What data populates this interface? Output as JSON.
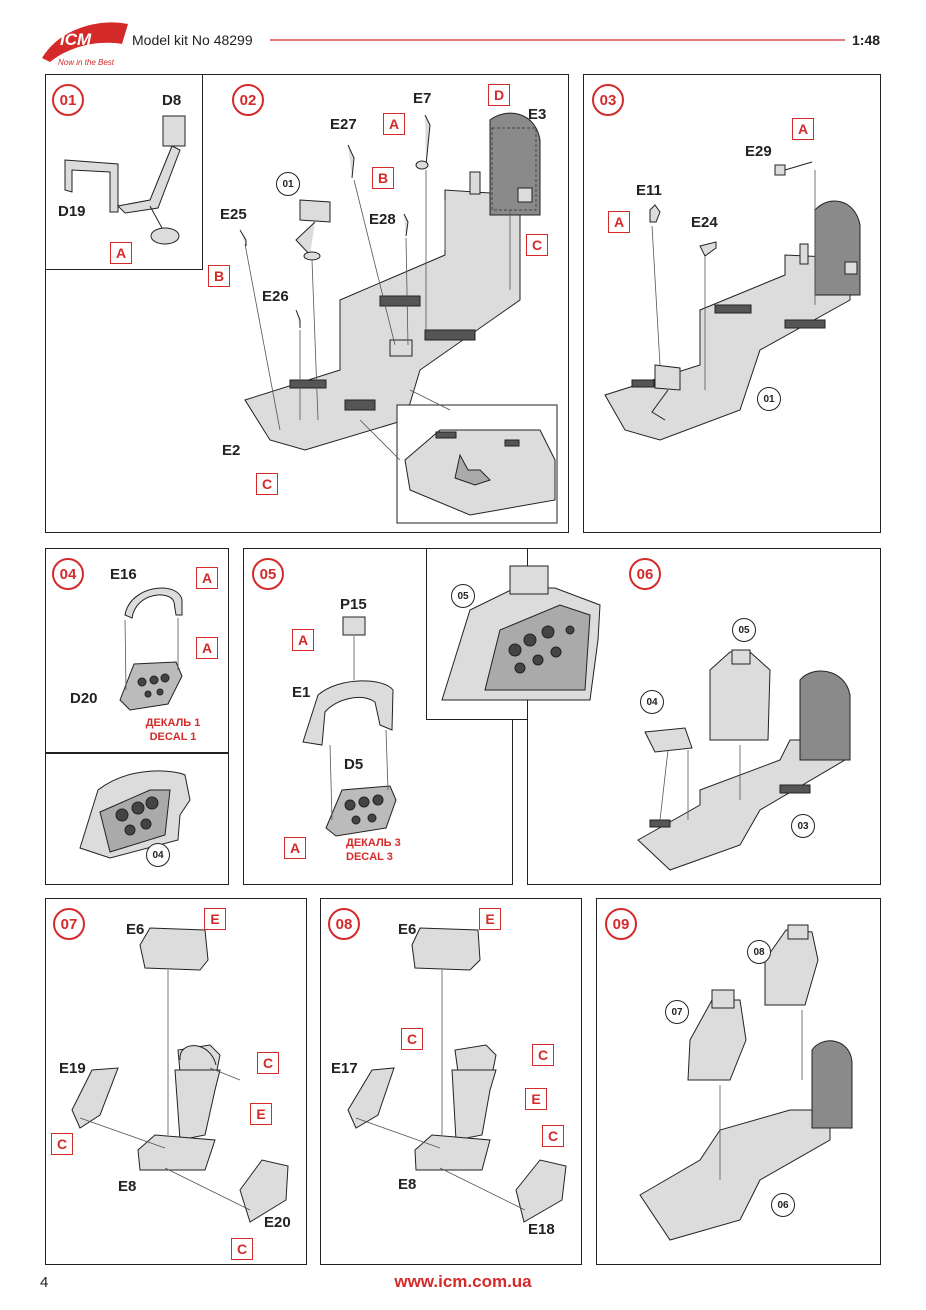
{
  "header": {
    "brand": "ICM",
    "slogan": "Now in the Best",
    "model_kit": "Model kit No 48299",
    "scale": "1:48"
  },
  "steps": {
    "s01": {
      "number": "01",
      "parts": [
        "D8",
        "D19"
      ],
      "tags": [
        "A"
      ]
    },
    "s02": {
      "number": "02",
      "parts": [
        "E7",
        "E3",
        "E27",
        "E28",
        "E25",
        "E26",
        "E2"
      ],
      "tags": [
        "A",
        "D",
        "B",
        "C",
        "B",
        "C"
      ],
      "refs": [
        "01"
      ]
    },
    "s03": {
      "number": "03",
      "parts": [
        "E29",
        "E11",
        "E24"
      ],
      "tags": [
        "A",
        "A"
      ],
      "refs": [
        "01"
      ]
    },
    "s04": {
      "number": "04",
      "parts": [
        "E16",
        "D20"
      ],
      "tags": [
        "A",
        "A"
      ],
      "decal": [
        "ДЕКАЛЬ 1",
        "DECAL 1"
      ],
      "refs": [
        "04"
      ]
    },
    "s05": {
      "number": "05",
      "parts": [
        "P15",
        "E1",
        "D5"
      ],
      "tags": [
        "A",
        "A"
      ],
      "decal": [
        "ДЕКАЛЬ 3",
        "DECAL 3"
      ],
      "refs": [
        "05"
      ]
    },
    "s06": {
      "number": "06",
      "refs": [
        "05",
        "04",
        "03"
      ]
    },
    "s07": {
      "number": "07",
      "parts": [
        "E6",
        "E19",
        "E8",
        "E20"
      ],
      "tags": [
        "E",
        "C",
        "E",
        "C",
        "C"
      ]
    },
    "s08": {
      "number": "08",
      "parts": [
        "E6",
        "E17",
        "E8",
        "E18"
      ],
      "tags": [
        "E",
        "C",
        "C",
        "E",
        "C"
      ]
    },
    "s09": {
      "number": "09",
      "refs": [
        "08",
        "07",
        "06"
      ]
    }
  },
  "footer": {
    "page": "4",
    "url": "www.icm.com.ua"
  },
  "colors": {
    "accent": "#d42a2a",
    "line": "#222222",
    "part_fill": "#dcdcdc"
  }
}
